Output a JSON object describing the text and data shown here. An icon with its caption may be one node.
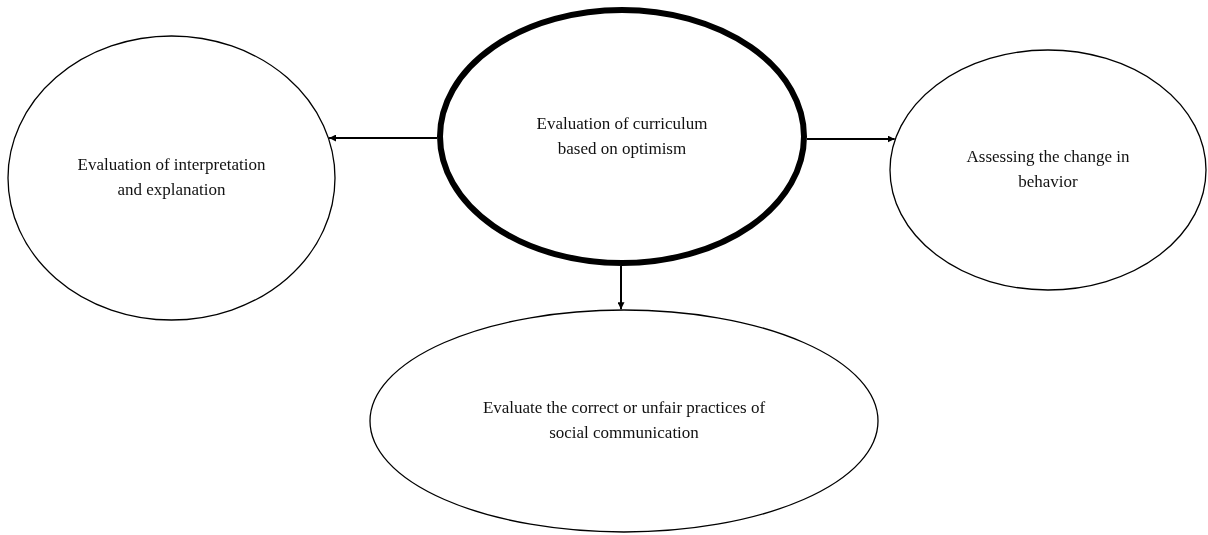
{
  "diagram": {
    "nodes": [
      {
        "text": [
          "Evaluation of curriculum based on optimism"
        ]
      },
      {
        "text": [
          "Evaluation of interpretation and explanation"
        ]
      },
      {
        "text": [
          "Assessing the change in behavior"
        ]
      },
      {
        "text": [
          "Evaluate the correct or unfair practices of social communication"
        ]
      }
    ],
    "edges": [
      {
        "from": 0,
        "to": 1,
        "arrow": "to"
      },
      {
        "from": 0,
        "to": 2,
        "arrow": "to"
      },
      {
        "from": 0,
        "to": 3,
        "arrow": "to"
      }
    ]
  }
}
